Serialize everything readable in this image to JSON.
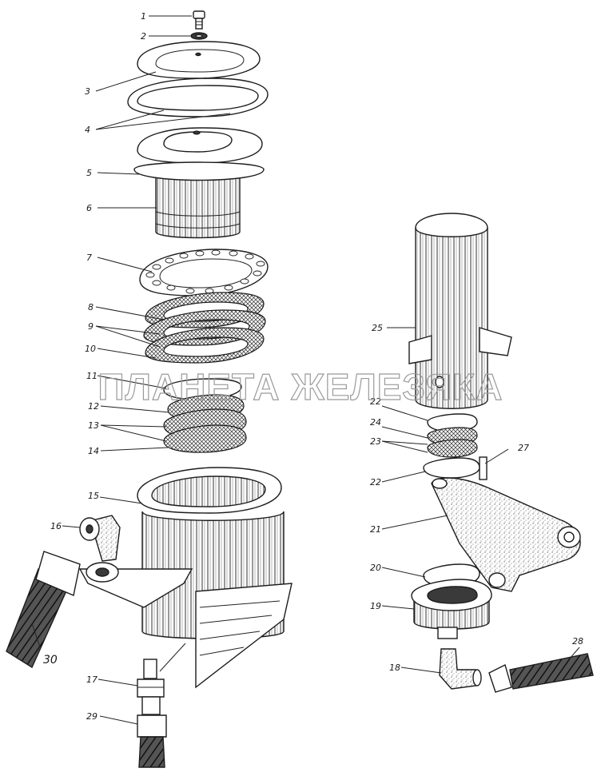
{
  "watermark": "ПЛАНЕТА ЖЕЛЕЗЯКА",
  "callouts": [
    "1",
    "2",
    "3",
    "4",
    "5",
    "6",
    "7",
    "8",
    "9",
    "10",
    "11",
    "12",
    "13",
    "14",
    "15",
    "16",
    "17",
    "18",
    "19",
    "20",
    "21",
    "22",
    "22",
    "23",
    "24",
    "25",
    "27",
    "28",
    "29",
    "30"
  ]
}
